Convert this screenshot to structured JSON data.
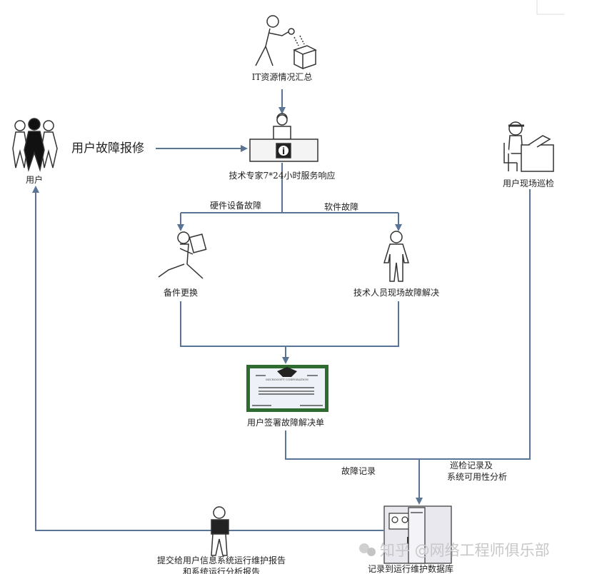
{
  "colors": {
    "line": "#5a7496",
    "certificate_border": "#2e6b2e",
    "watermark": "#c8c8c8"
  },
  "nodes": {
    "it_summary": "IT资源情况汇总",
    "service_desk": "技术专家7*24小时服务响应",
    "users": "用户",
    "user_report": "用户故障报修",
    "onsite_inspection": "用户现场巡检",
    "spare_replace": "备件更换",
    "tech_onsite": "技术人员现场故障解决",
    "sign_form": "用户签署故障解决单",
    "record_db": "记录到运行维护数据库",
    "report_line1": "提交给用户信息系统运行维护报告",
    "report_line2": "和系统运行分析报告"
  },
  "edges": {
    "hardware": "硬件设备故障",
    "software": "软件故障",
    "fault_record": "故障记录",
    "inspect_line1": "巡检记录及",
    "inspect_line2": "系统可用性分析"
  },
  "certificate_text": "MICROSOFT CORPORATION",
  "watermark": "知乎 @网络工程师俱乐部"
}
